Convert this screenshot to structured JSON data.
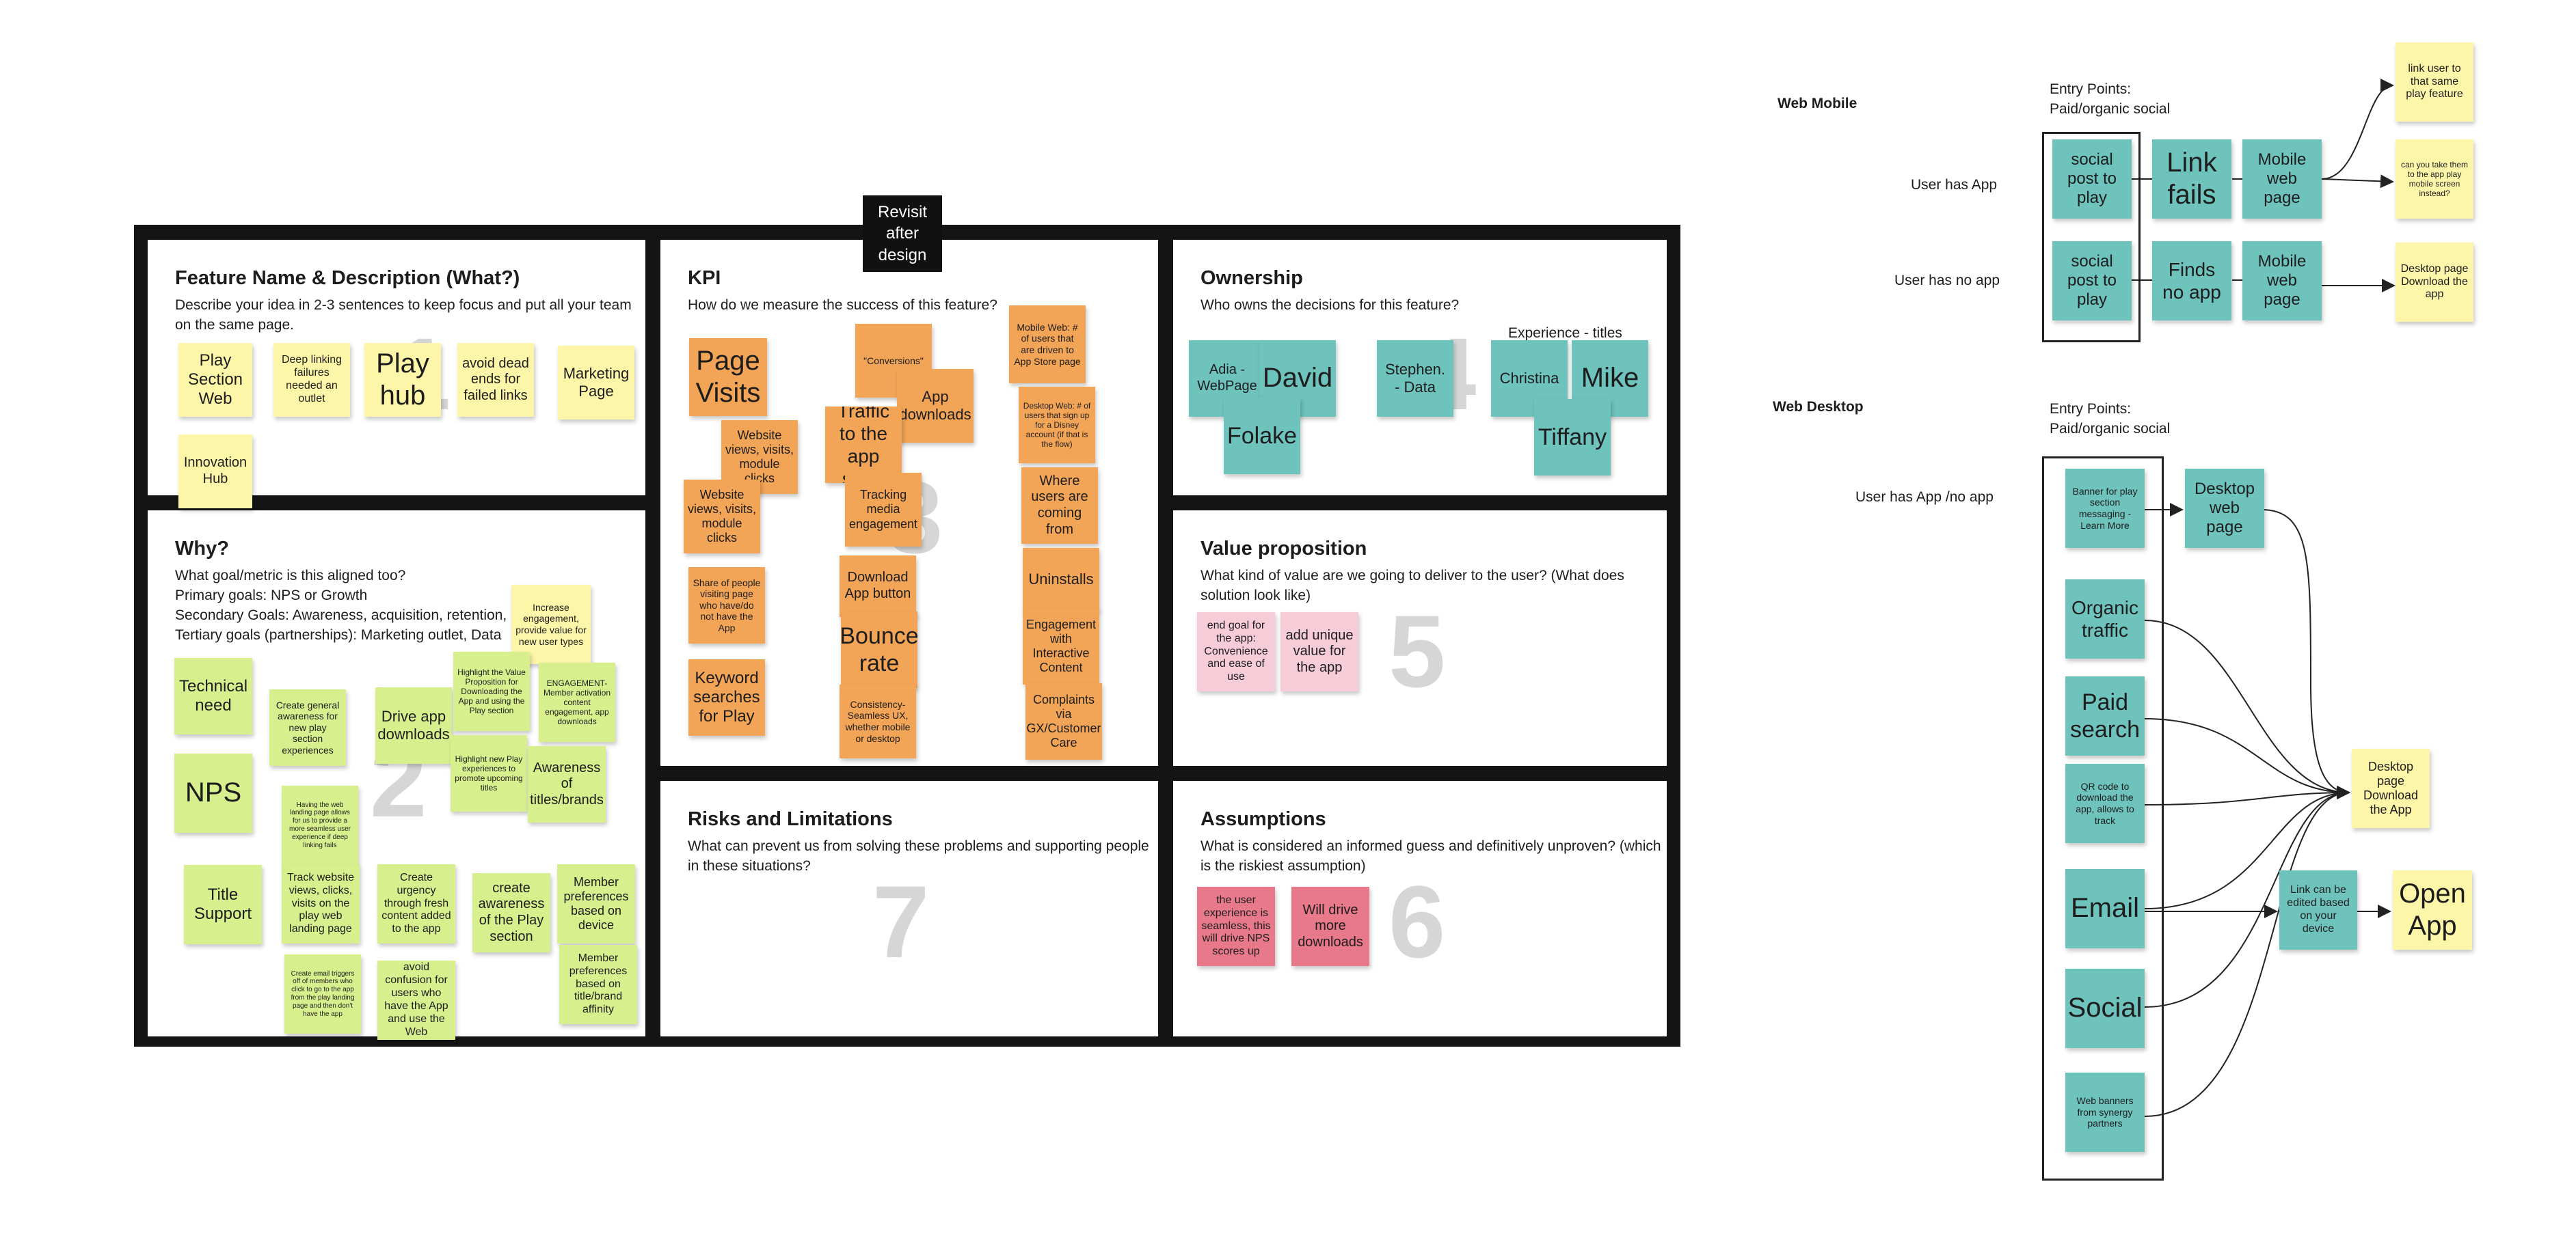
{
  "revisit_badge": "Revisit after design",
  "cells": {
    "feature": {
      "title": "Feature Name & Description (What?)",
      "desc": "Describe your idea in 2-3 sentences to keep focus and put all your team on the same page.",
      "num": "1"
    },
    "kpi": {
      "title": "KPI",
      "desc": "How do we measure the success of this feature?",
      "num": "3"
    },
    "ownership": {
      "title": "Ownership",
      "desc": "Who owns the decisions for this feature?",
      "num": "4",
      "sub": "Experience - titles"
    },
    "why": {
      "title": "Why?",
      "lines": [
        "What goal/metric is this aligned too?",
        "Primary goals: NPS or Growth",
        "Secondary Goals: Awareness, acquisition, retention,",
        "Tertiary goals (partnerships): Marketing outlet, Data"
      ],
      "num": "2"
    },
    "value": {
      "title": "Value proposition",
      "desc": "What kind of value are we going to deliver to the user? (What does solution look like)",
      "num": "5"
    },
    "risks": {
      "title": "Risks and Limitations",
      "desc": "What can prevent us from solving these problems and supporting people in these situations?",
      "num": "7"
    },
    "assumptions": {
      "title": "Assumptions",
      "desc": "What is considered an informed guess and definitively unproven? (which is the riskiest assumption)",
      "num": "6"
    }
  },
  "notes": {
    "feature": [
      "Play Section Web",
      "Deep linking failures needed an outlet",
      "Play hub",
      "avoid dead ends for failed links",
      "Marketing Page",
      "Innovation Hub"
    ],
    "kpi": [
      "Page Visits",
      "\"Conversions\"",
      "App downloads",
      "Traffic to the app store",
      "Website views, visits, module clicks",
      "Website views, visits, module clicks",
      "Tracking media engagement",
      "Share of people visiting page who have/do not have the App",
      "Download App button",
      "Bounce rate",
      "Keyword searches for Play",
      "Consistency- Seamless UX, whether mobile or desktop",
      "Mobile Web: # of users that are driven to App Store page",
      "Desktop Web: # of users that sign up for a Disney account (if that is the flow)",
      "Where users are coming from",
      "Uninstalls",
      "Engagement with Interactive Content",
      "Complaints via GX/Customer Care"
    ],
    "ownership": [
      "Adia - WebPage",
      "David",
      "Folake",
      "Stephen. - Data",
      "Christina",
      "Mike",
      "Tiffany"
    ],
    "why": [
      "Increase engagement, provide value for new user types",
      "Technical need",
      "Create general awareness for new play section experiences",
      "Drive app downloads",
      "Highlight the Value Proposition for Downloading the App and using the Play section",
      "ENGAGEMENT- Member activation content engagement, app downloads",
      "Highlight new Play experiences to promote upcoming titles",
      "Awareness of titles/brands",
      "NPS",
      "Having the web landing page allows for us to provide a more seamless user experience if deep linking fails",
      "Title Support",
      "Track website views, clicks, visits on the play web landing page",
      "Create urgency through fresh content added to the app",
      "create awareness of the Play section",
      "Member preferences based on device",
      "Member preferences based on title/brand affinity",
      "Create email triggers off of members who click to go to the app from the play landing page and then don't have the app",
      "avoid confusion for users who have the App and use the Web"
    ],
    "value": [
      "end goal for the app: Convenience and ease of use",
      "add unique value for the app"
    ],
    "assumptions": [
      "the user experience is seamless, this will drive NPS scores up",
      "Will drive more downloads"
    ]
  },
  "flow": {
    "web_mobile": {
      "title": "Web Mobile",
      "entry": [
        "Entry Points:",
        "Paid/organic social"
      ],
      "row_labels": [
        "User has App",
        "User has no app"
      ],
      "notes": [
        "social post to play",
        "Link fails",
        "Mobile web page",
        "social post to play",
        "Finds no app",
        "Mobile web page",
        "link user to that same play feature",
        "can you take them to the app play mobile screen instead?",
        "Desktop page Download the app"
      ]
    },
    "web_desktop": {
      "title": "Web Desktop",
      "entry": [
        "Entry Points:",
        "Paid/organic social"
      ],
      "row_label": "User has App /no app",
      "sources": [
        "Banner for play section messaging - Learn More",
        "Organic traffic",
        "Paid search",
        "QR code to download the app, allows to track",
        "Email",
        "Social",
        "Web banners from synergy partners"
      ],
      "targets": [
        "Desktop web page",
        "Desktop page Download the App",
        "Link can be edited based on your device",
        "Open App"
      ]
    }
  }
}
